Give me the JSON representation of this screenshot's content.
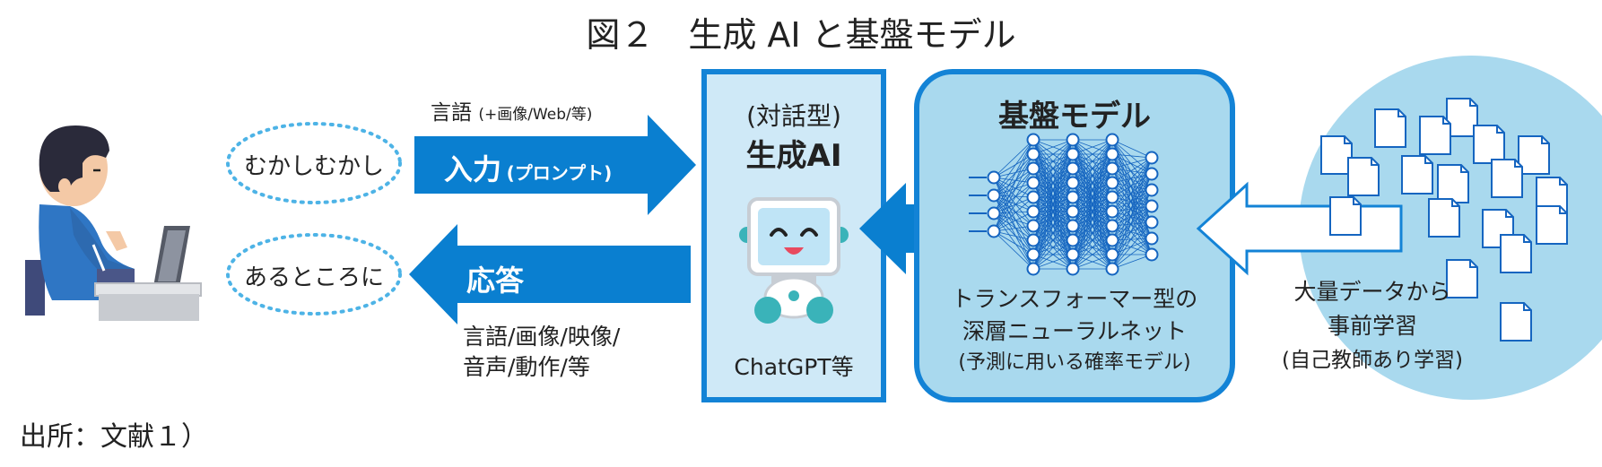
{
  "title": "図２　生成 AI と基盤モデル",
  "source": "出所：文献１）",
  "input_bubble": "むかしむかし",
  "output_bubble": "あるところに",
  "input_arrow": {
    "top_label_main": "言語",
    "top_label_sub": "(+画像/Web/等)",
    "main": "入力",
    "sub": "(プロンプト)"
  },
  "output_arrow": {
    "main": "応答",
    "bottom_line1": "言語/画像/映像/",
    "bottom_line2": "音声/動作/等"
  },
  "gen_ai_box": {
    "line1": "(対話型)",
    "line2": "生成AI",
    "footer": "ChatGPT等"
  },
  "foundation_box": {
    "title": "基盤モデル",
    "line1": "トランスフォーマー型の",
    "line2": "深層ニューラルネット",
    "line3": "(予測に用いる確率モデル)"
  },
  "pretrain_circle": {
    "line1": "大量データから",
    "line2": "事前学習",
    "line3": "(自己教師あり学習)"
  },
  "colors": {
    "accent_blue": "#0a7fd0",
    "dark_blue": "#1565c0",
    "light_blue": "#cfe9f7",
    "circle_blue": "#a9d9ee"
  },
  "icons": [
    "person-at-laptop-icon",
    "robot-icon",
    "neural-network-icon",
    "document-stack-icon"
  ]
}
